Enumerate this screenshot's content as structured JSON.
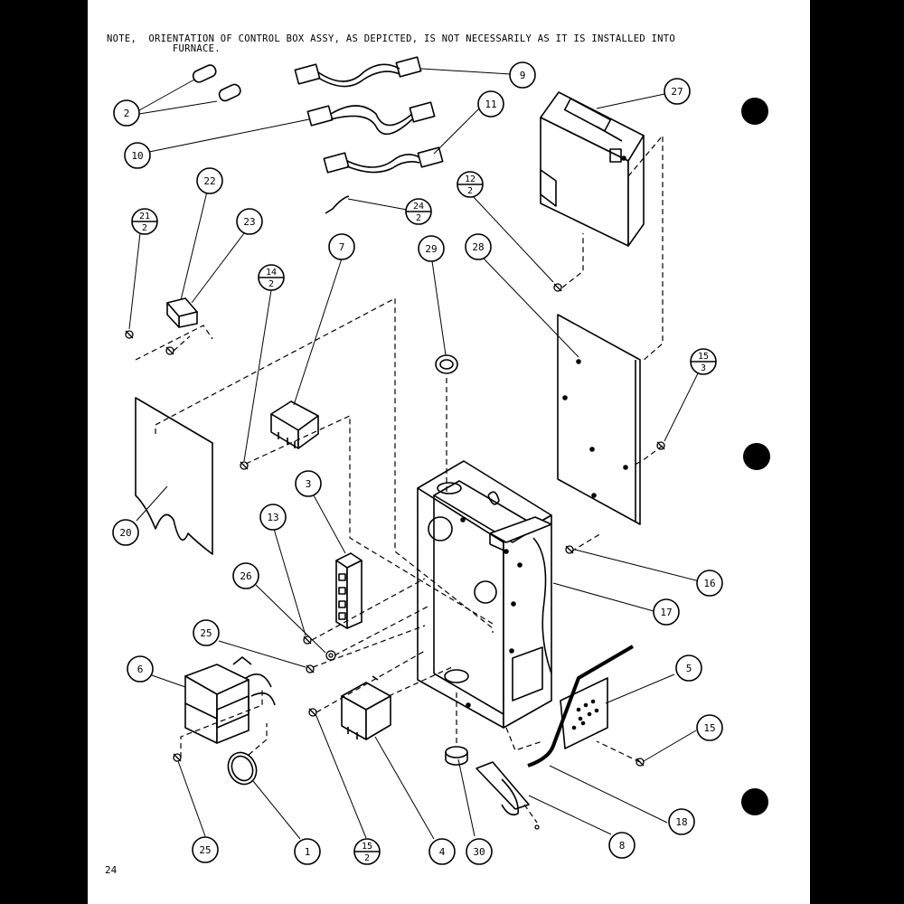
{
  "note_line1": "NOTE,  ORIENTATION OF CONTROL BOX ASSY, AS DEPICTED, IS NOT NECESSARILY AS IT IS INSTALLED INTO",
  "note_line2": "FURNACE.",
  "page_number": "24",
  "callouts": [
    {
      "id": "c2",
      "label": "2"
    },
    {
      "id": "c9",
      "label": "9"
    },
    {
      "id": "c10",
      "label": "10"
    },
    {
      "id": "c11",
      "label": "11"
    },
    {
      "id": "c27",
      "label": "27"
    },
    {
      "id": "c12",
      "num": "12",
      "den": "2"
    },
    {
      "id": "c22",
      "label": "22"
    },
    {
      "id": "c21",
      "num": "21",
      "den": "2"
    },
    {
      "id": "c23",
      "label": "23"
    },
    {
      "id": "c24",
      "num": "24",
      "den": "2"
    },
    {
      "id": "c7",
      "label": "7"
    },
    {
      "id": "c14",
      "num": "14",
      "den": "2"
    },
    {
      "id": "c29",
      "label": "29"
    },
    {
      "id": "c28",
      "label": "28"
    },
    {
      "id": "c15a",
      "num": "15",
      "den": "3"
    },
    {
      "id": "c20",
      "label": "20"
    },
    {
      "id": "c3",
      "label": "3"
    },
    {
      "id": "c13",
      "label": "13"
    },
    {
      "id": "c26",
      "label": "26"
    },
    {
      "id": "c16",
      "label": "16"
    },
    {
      "id": "c17",
      "label": "17"
    },
    {
      "id": "c25a",
      "label": "25"
    },
    {
      "id": "c6",
      "label": "6"
    },
    {
      "id": "c5",
      "label": "5"
    },
    {
      "id": "c15b",
      "label": "15"
    },
    {
      "id": "c18",
      "label": "18"
    },
    {
      "id": "c25b",
      "label": "25"
    },
    {
      "id": "c1",
      "label": "1"
    },
    {
      "id": "c15c",
      "num": "15",
      "den": "2"
    },
    {
      "id": "c4",
      "label": "4"
    },
    {
      "id": "c30",
      "label": "30"
    },
    {
      "id": "c8",
      "label": "8"
    }
  ]
}
